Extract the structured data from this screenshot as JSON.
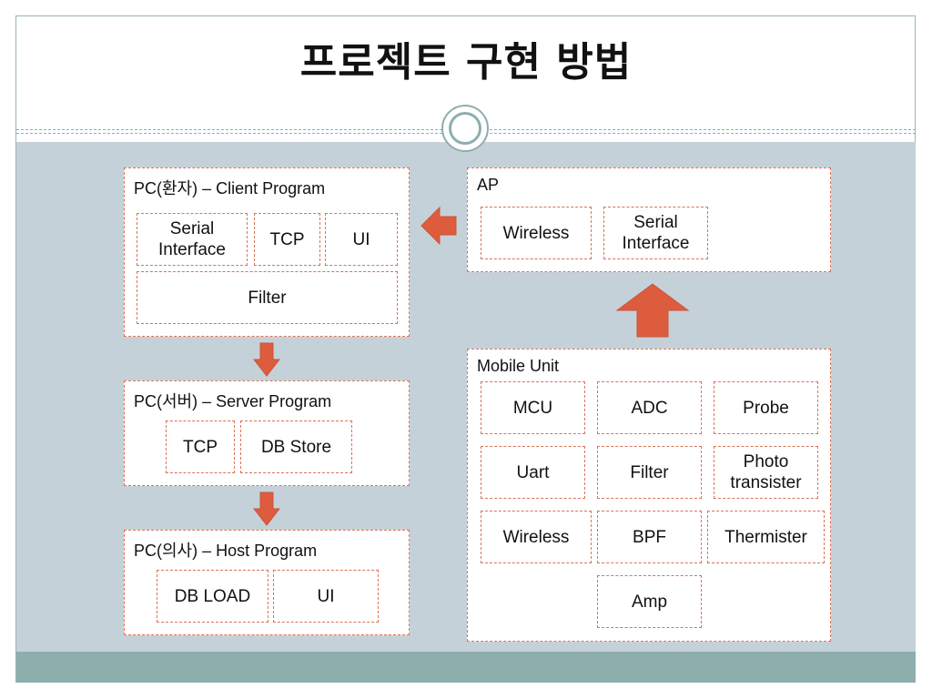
{
  "title": "프로젝트 구현 방법",
  "colors": {
    "accent": "#d9735a",
    "arrow": "#dd5c3e",
    "background": "#c5d1d8",
    "footer": "#8eaeae"
  },
  "client": {
    "title": "PC(환자) – Client Program",
    "serial": "Serial Interface",
    "tcp": "TCP",
    "ui": "UI",
    "filter": "Filter"
  },
  "server": {
    "title": "PC(서버) – Server Program",
    "tcp": "TCP",
    "db_store": "DB Store"
  },
  "host": {
    "title": "PC(의사) – Host Program",
    "db_load": "DB LOAD",
    "ui": "UI"
  },
  "ap": {
    "title": "AP",
    "wireless": "Wireless",
    "serial": "Serial Interface"
  },
  "mobile": {
    "title": "Mobile Unit",
    "mcu": "MCU",
    "adc": "ADC",
    "probe": "Probe",
    "uart": "Uart",
    "filter": "Filter",
    "photo": "Photo transister",
    "wireless": "Wireless",
    "bpf": "BPF",
    "thermister": "Thermister",
    "amp": "Amp"
  }
}
